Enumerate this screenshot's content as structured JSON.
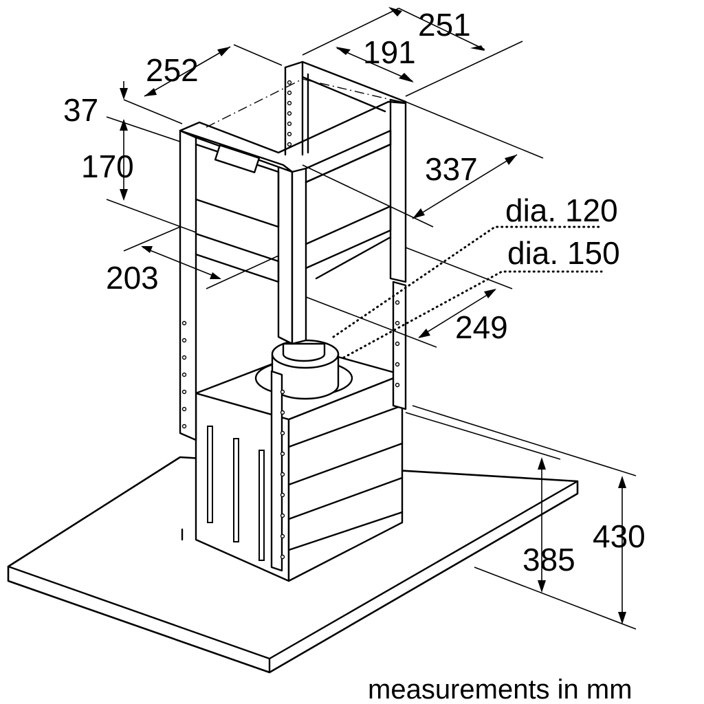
{
  "dimensions": {
    "d251": "251",
    "d191": "191",
    "d252": "252",
    "d37": "37",
    "d170": "170",
    "d337": "337",
    "dia120": "dia. 120",
    "dia150": "dia. 150",
    "d203": "203",
    "d249": "249",
    "d430": "430",
    "d385": "385"
  },
  "caption": "measurements in mm",
  "colors": {
    "line": "#000000",
    "background": "#ffffff"
  }
}
